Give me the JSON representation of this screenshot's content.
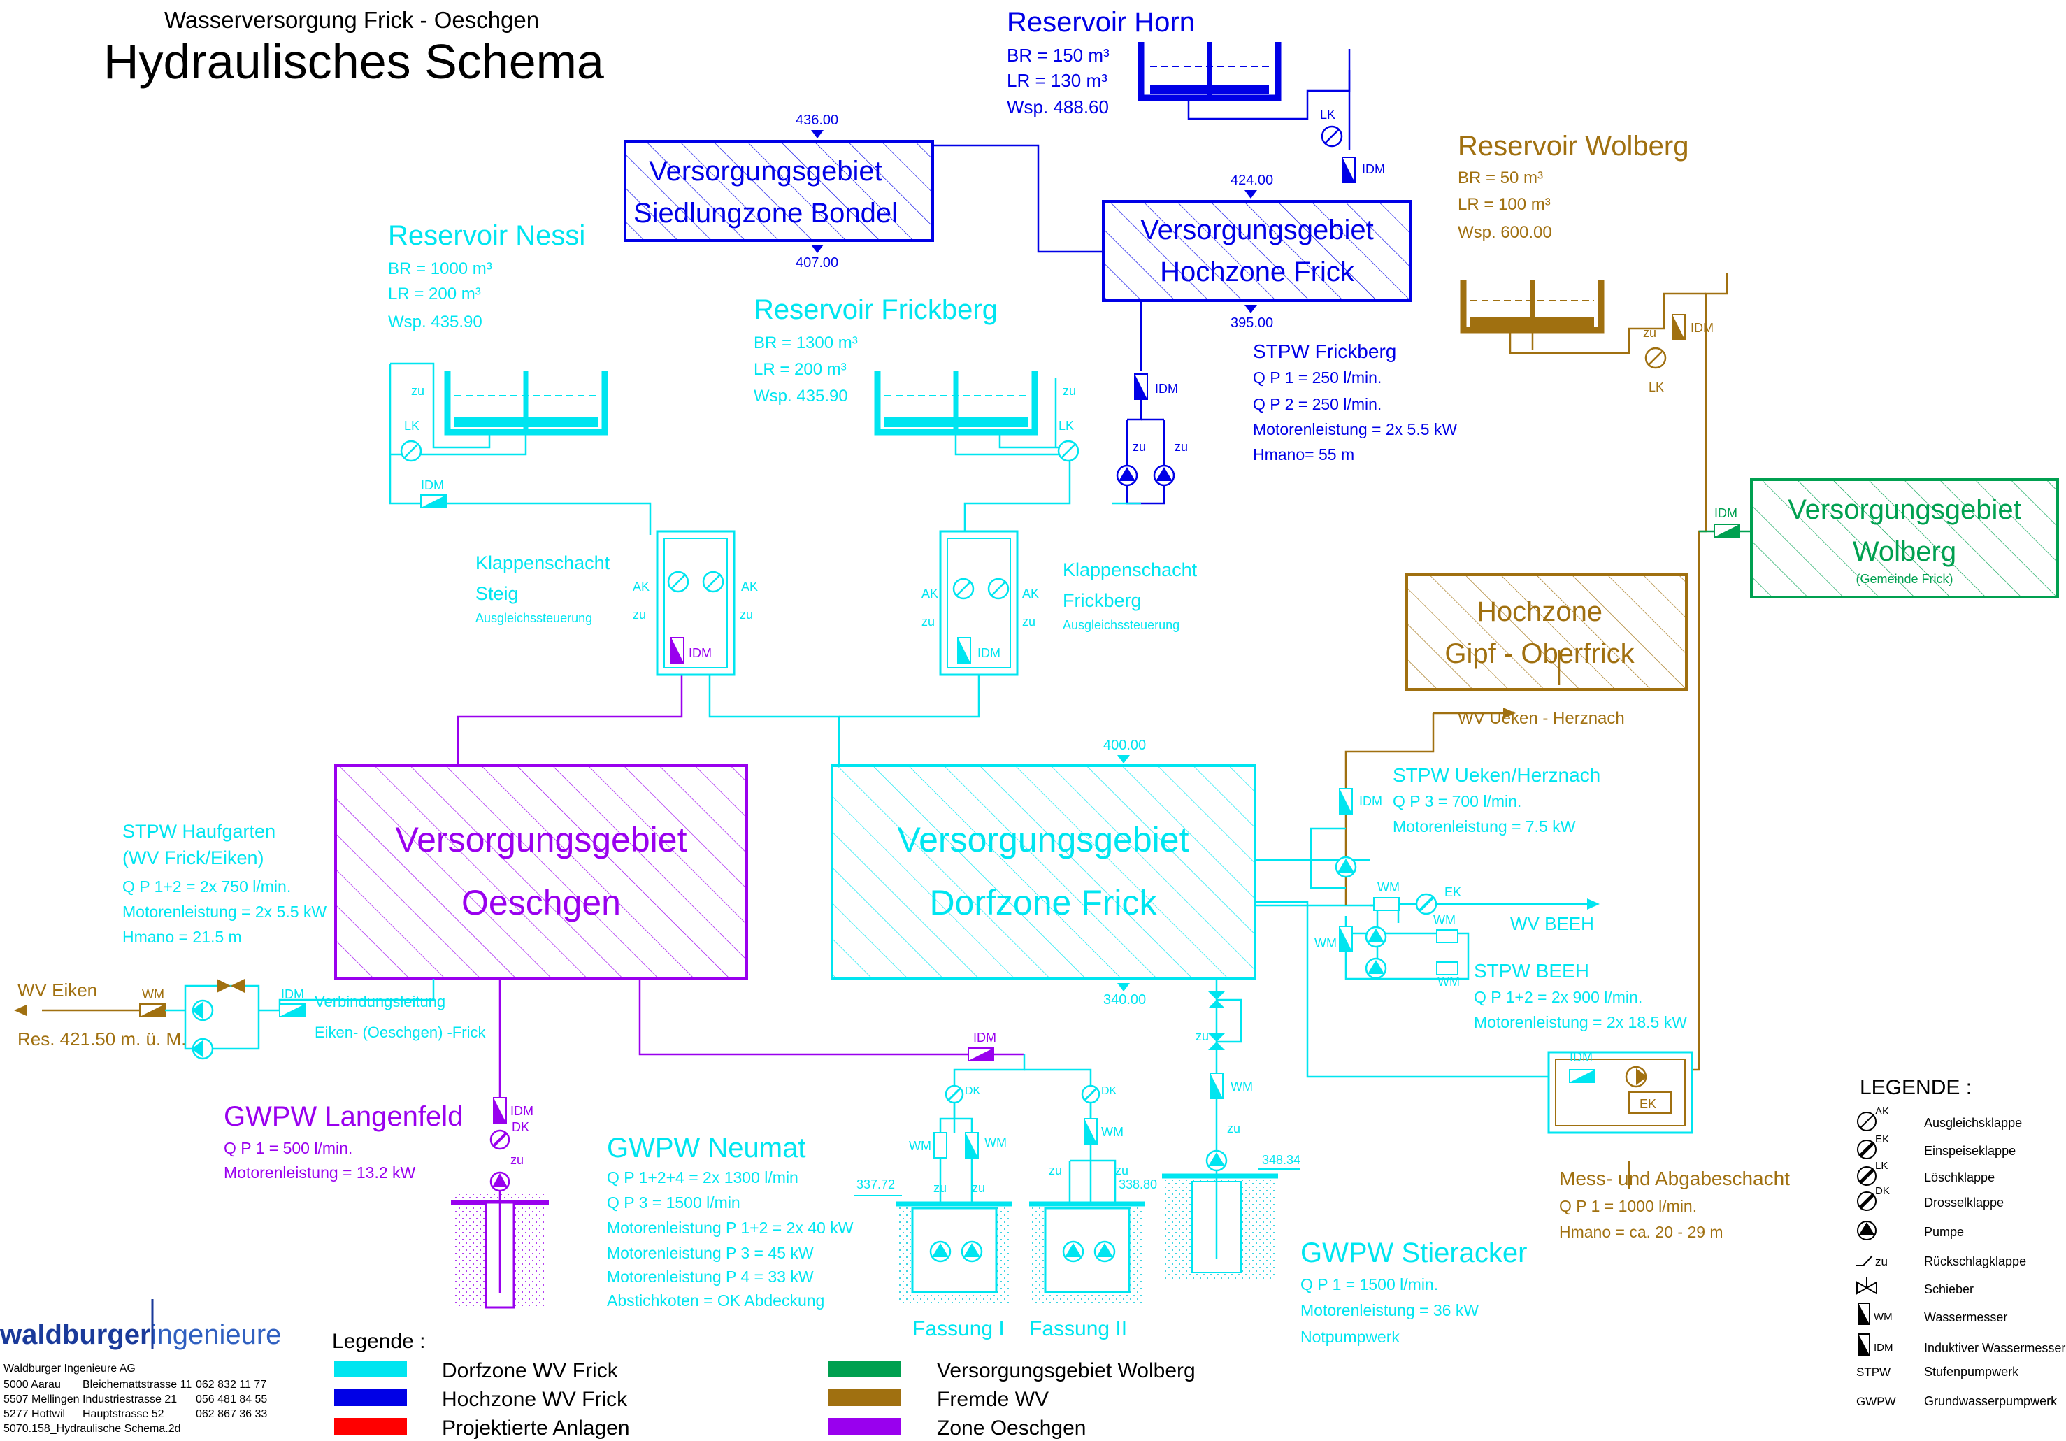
{
  "colors": {
    "cyan": "#00e5f0",
    "blue": "#0000e6",
    "red": "#ff0000",
    "green": "#00a050",
    "brown": "#a07010",
    "purple": "#9900ee",
    "black": "#000000"
  },
  "header": {
    "subtitle": "Wasserversorgung Frick - Oeschgen",
    "title": "Hydraulisches Schema"
  },
  "reservoirs": {
    "horn": {
      "name": "Reservoir Horn",
      "br": "BR = 150 m³",
      "lr": "LR = 130 m³",
      "wsp": "Wsp. 488.60"
    },
    "wolberg": {
      "name": "Reservoir Wolberg",
      "br": "BR =  50 m³",
      "lr": "LR = 100 m³",
      "wsp": "Wsp. 600.00"
    },
    "nessi": {
      "name": "Reservoir Nessi",
      "br": "BR = 1000 m³",
      "lr": "LR =   200 m³",
      "wsp": "Wsp. 435.90"
    },
    "frickberg": {
      "name": "Reservoir Frickberg",
      "br": "BR = 1300 m³",
      "lr": "LR =   200 m³",
      "wsp": "Wsp. 435.90"
    }
  },
  "zones": {
    "bondel": {
      "line1": "Versorgungsgebiet",
      "line2": "Siedlungzone Bondel",
      "top": "436.00",
      "bottom": "407.00"
    },
    "hochzone": {
      "line1": "Versorgungsgebiet",
      "line2": "Hochzone Frick",
      "top": "424.00",
      "bottom": "395.00"
    },
    "wolberg": {
      "line1": "Versorgungsgebiet",
      "line2": "Wolberg",
      "line3": "(Gemeinde Frick)"
    },
    "gipf": {
      "line1": "Hochzone",
      "line2": "Gipf - Oberfrick"
    },
    "oeschgen": {
      "line1": "Versorgungsgebiet",
      "line2": "Oeschgen"
    },
    "dorfzone": {
      "line1": "Versorgungsgebiet",
      "line2": "Dorfzone Frick",
      "top": "400.00",
      "bottom": "340.00"
    }
  },
  "stpw_frickberg": {
    "title": "STPW Frickberg",
    "q1": "Q  P 1    = 250 l/min.",
    "q2": "Q  P 2    = 250 l/min.",
    "motor": "Motorenleistung = 2x 5.5 kW",
    "h": "Hmano= 55 m"
  },
  "klappen_steig": {
    "line1": "Klappenschacht",
    "line2": "Steig",
    "line3": "Ausgleichssteuerung"
  },
  "klappen_frickberg": {
    "line1": "Klappenschacht",
    "line2": "Frickberg",
    "line3": "Ausgleichssteuerung"
  },
  "wv_ueken": "WV Ueken - Herznach",
  "stpw_ueken": {
    "title": "STPW  Ueken/Herznach",
    "q": "Q  P 3    = 700 l/min.",
    "motor": "Motorenleistung = 7.5 kW"
  },
  "wv_beeh": "WV BEEH",
  "stpw_beeh": {
    "title": "STPW BEEH",
    "q": "Q  P 1+2  = 2x 900 l/min.",
    "motor": "Motorenleistung = 2x 18.5 kW"
  },
  "stpw_haufgarten": {
    "title": "STPW Haufgarten",
    "sub": "(WV Frick/Eiken)",
    "q": "Q  P 1+2  = 2x 750 l/min.",
    "motor": "Motorenleistung = 2x 5.5 kW",
    "h": "Hmano = 21.5 m"
  },
  "wv_eiken": "WV Eiken",
  "res_eiken": "Res. 421.50 m. ü. M.",
  "verbindung": {
    "line1": "Verbindungsleitung",
    "line2": "Eiken- (Oeschgen) -Frick"
  },
  "gwpw_langenfeld": {
    "title": "GWPW Langenfeld",
    "q": "Q  P 1   = 500 l/min.",
    "motor": "Motorenleistung = 13.2 kW"
  },
  "gwpw_neumat": {
    "title": "GWPW Neumat",
    "q1": "Q  P 1+2+4  = 2x 1300 l/min",
    "q2": "Q  P 3     =  1500 l/min",
    "m1": "Motorenleistung   P 1+2 = 2x 40 kW",
    "m2": "Motorenleistung   P 3   =  45 kW",
    "m3": "Motorenleistung   P 4   =  33 kW",
    "note": "Abstichkoten = OK Abdeckung"
  },
  "fassung1": "Fassung I",
  "fassung2": "Fassung II",
  "kote_337": "337.72",
  "kote_338": "338.80",
  "kote_348": "348.34",
  "gwpw_stieracker": {
    "title": "GWPW Stieracker",
    "q": "Q  P 1    = 1500 l/min.",
    "motor": "Motorenleistung     = 36 kW",
    "note": "Notpumpwerk"
  },
  "mess": {
    "title": "Mess-  und Abgabeschacht",
    "q": "Q  P 1    = 1000 l/min.",
    "h": "Hmano   = ca. 20 - 29 m"
  },
  "labels": {
    "idm": "IDM",
    "wm": "WM",
    "lk": "LK",
    "ak": "AK",
    "ek": "EK",
    "dk": "DK",
    "zu": "zu",
    "br": "BR",
    "lr": "LR"
  },
  "legend_right": {
    "title": "LEGENDE :",
    "items": [
      {
        "sym": "AK",
        "text": "Ausgleichsklappe"
      },
      {
        "sym": "EK",
        "text": "Einspeiseklappe"
      },
      {
        "sym": "LK",
        "text": "Löschklappe"
      },
      {
        "sym": "DK",
        "text": "Drosselklappe"
      },
      {
        "sym": "",
        "text": "Pumpe"
      },
      {
        "sym": "zu",
        "text": "Rückschlagklappe"
      },
      {
        "sym": "",
        "text": "Schieber"
      },
      {
        "sym": "WM",
        "text": "Wassermesser"
      },
      {
        "sym": "IDM",
        "text": "Induktiver Wassermesser"
      },
      {
        "sym": "STPW",
        "text": "Stufenpumpwerk"
      },
      {
        "sym": "GWPW",
        "text": "Grundwasserpumpwerk"
      }
    ]
  },
  "legend_bottom": {
    "title": "Legende :",
    "items": [
      {
        "color": "#00e5f0",
        "text": "Dorfzone WV Frick"
      },
      {
        "color": "#0000e6",
        "text": "Hochzone WV Frick"
      },
      {
        "color": "#ff0000",
        "text": "Projektierte Anlagen"
      },
      {
        "color": "#00a050",
        "text": "Versorgungsgebiet Wolberg"
      },
      {
        "color": "#a07010",
        "text": "Fremde WV"
      },
      {
        "color": "#9900ee",
        "text": "Zone Oeschgen"
      }
    ]
  },
  "company": {
    "logo_bold": "waldburger",
    "logo_light": "ingenieure",
    "name": "Waldburger Ingenieure AG",
    "rows": [
      [
        "5000 Aarau",
        "Bleichemattstrasse 11",
        "062 832 11 77"
      ],
      [
        "5507 Mellingen",
        "Industriestrasse 21",
        "056 481 84 55"
      ],
      [
        "5277 Hottwil",
        "Hauptstrasse 52",
        "062 867 36 33"
      ]
    ],
    "file": "5070.158_Hydraulische Schema.2d"
  }
}
